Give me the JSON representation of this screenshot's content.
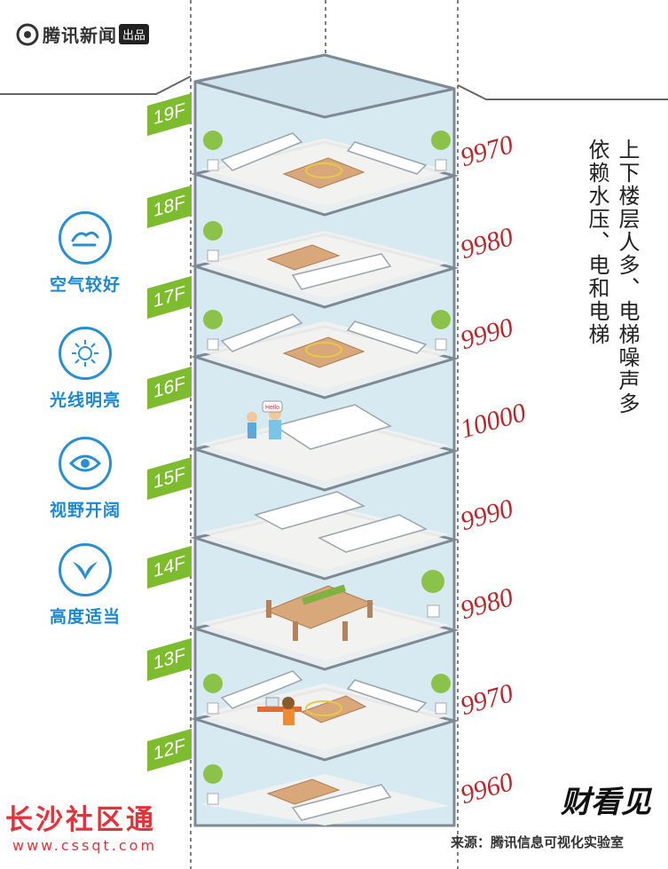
{
  "logo": {
    "text": "腾讯新闻",
    "badge": "出品"
  },
  "floors": [
    {
      "label": "19F",
      "price": "9970"
    },
    {
      "label": "18F",
      "price": "9980"
    },
    {
      "label": "17F",
      "price": "9990"
    },
    {
      "label": "16F",
      "price": "10000"
    },
    {
      "label": "15F",
      "price": "9990"
    },
    {
      "label": "14F",
      "price": "9980"
    },
    {
      "label": "13F",
      "price": "9970"
    },
    {
      "label": "12F",
      "price": "9960"
    }
  ],
  "features": [
    {
      "label": "空气较好",
      "icon": "air-icon"
    },
    {
      "label": "光线明亮",
      "icon": "sun-icon"
    },
    {
      "label": "视野开阔",
      "icon": "eye-icon"
    },
    {
      "label": "高度适当",
      "icon": "bird-icon"
    }
  ],
  "notes": {
    "line1": "上下楼层人多、电梯噪声多",
    "line2": "依赖水压、电和电梯"
  },
  "speech_bubble": "Hello",
  "source": "来源：腾讯信息可视化实验室",
  "brand": "财看见",
  "watermark": {
    "title": "长沙社区通",
    "url": "www.cssqt.com"
  },
  "colors": {
    "price": "#b8282b",
    "floor_tag": "#7dbb2f",
    "feature": "#2a8fd0"
  }
}
